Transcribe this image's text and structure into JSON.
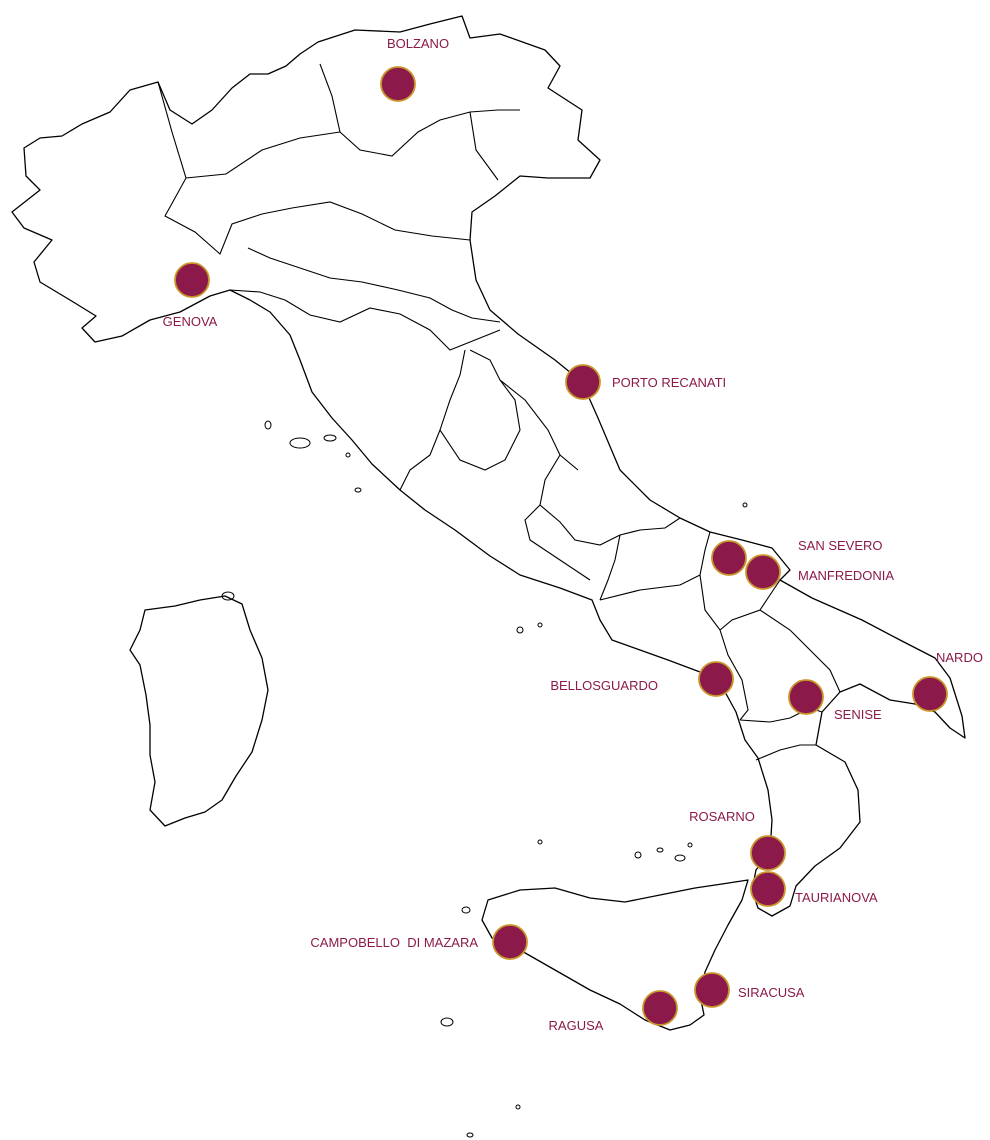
{
  "map": {
    "colors": {
      "marker_fill": "#8b1a4a",
      "marker_stroke": "#c8952a",
      "label": "#8b1a4a",
      "outline": "#000000"
    },
    "locations": [
      {
        "id": "bolzano",
        "label": "BOLZANO"
      },
      {
        "id": "genova",
        "label": "GENOVA"
      },
      {
        "id": "porto-recanati",
        "label": "PORTO RECANATI"
      },
      {
        "id": "san-severo",
        "label": "SAN SEVERO"
      },
      {
        "id": "manfredonia",
        "label": "MANFREDONIA"
      },
      {
        "id": "nardo",
        "label": "NARDO"
      },
      {
        "id": "bellosguardo",
        "label": "BELLOSGUARDO"
      },
      {
        "id": "senise",
        "label": "SENISE"
      },
      {
        "id": "rosarno",
        "label": "ROSARNO"
      },
      {
        "id": "taurianova",
        "label": "TAURIANOVA"
      },
      {
        "id": "campobello-di-mazara",
        "label": "CAMPOBELLO  DI MAZARA"
      },
      {
        "id": "siracusa",
        "label": "SIRACUSA"
      },
      {
        "id": "ragusa",
        "label": "RAGUSA"
      }
    ]
  }
}
